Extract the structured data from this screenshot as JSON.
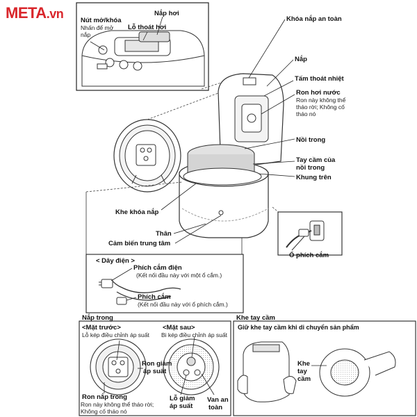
{
  "logo": {
    "text": "META",
    "suffix": ".vn"
  },
  "top_box": {
    "open_button": "Nút mở/khóa",
    "open_button_note_1": "Nhấn để mở",
    "open_button_note_2": "nắp",
    "steam_cover": "Nắp hơi",
    "steam_vent": "Lỗ thoát hơi"
  },
  "main": {
    "safety_lock": "Khóa nắp an toàn",
    "lid": "Nắp",
    "heat_plate": "Tấm thoát nhiệt",
    "steam_gasket": "Ron hơi nước",
    "steam_gasket_note_1": "Ron này không thể",
    "steam_gasket_note_2": "tháo rời; Không cố",
    "steam_gasket_note_3": "tháo nó",
    "inner_pot": "Nồi trong",
    "pot_handle_1": "Tay cầm của",
    "pot_handle_2": "nồi trong",
    "upper_frame": "Khung trên",
    "lid_lock_slot": "Khe khóa nắp",
    "body": "Thân",
    "center_sensor": "Cảm biến trung tâm",
    "plug_socket": "Ổ phích cắm"
  },
  "cord_box": {
    "title": "< Dây điện >",
    "plug": "Phích cắm điện",
    "plug_note": "(Kết nối đầu này với một ổ cắm.)",
    "appliance_plug": "Phích cắm",
    "appliance_plug_note": "(Kết nối đầu này với ổ phích cắm.)"
  },
  "inner_lid": {
    "title": "Nắp trong",
    "front_title": "<Mặt trước>",
    "front_note": "Lỗ kép điều chỉnh áp suất",
    "back_title": "<Mặt sau>",
    "back_note": "Bi kép điều chỉnh áp suất",
    "pressure_gasket_1": "Ron giảm",
    "pressure_gasket_2": "áp suất",
    "inner_gasket": "Ron nắp trong",
    "inner_gasket_note_1": "Ron này không thể tháo rời;",
    "inner_gasket_note_2": "Không cố tháo nó",
    "reduce_hole_1": "Lỗ giảm",
    "reduce_hole_2": "áp suất",
    "safety_valve_1": "Van an",
    "safety_valve_2": "toàn"
  },
  "handle_box": {
    "title": "Khe tay cầm",
    "instruction": "Giữ khe tay cầm khi di chuyển sản phẩm",
    "slot_1": "Khe",
    "slot_2": "tay",
    "slot_3": "cầm"
  }
}
